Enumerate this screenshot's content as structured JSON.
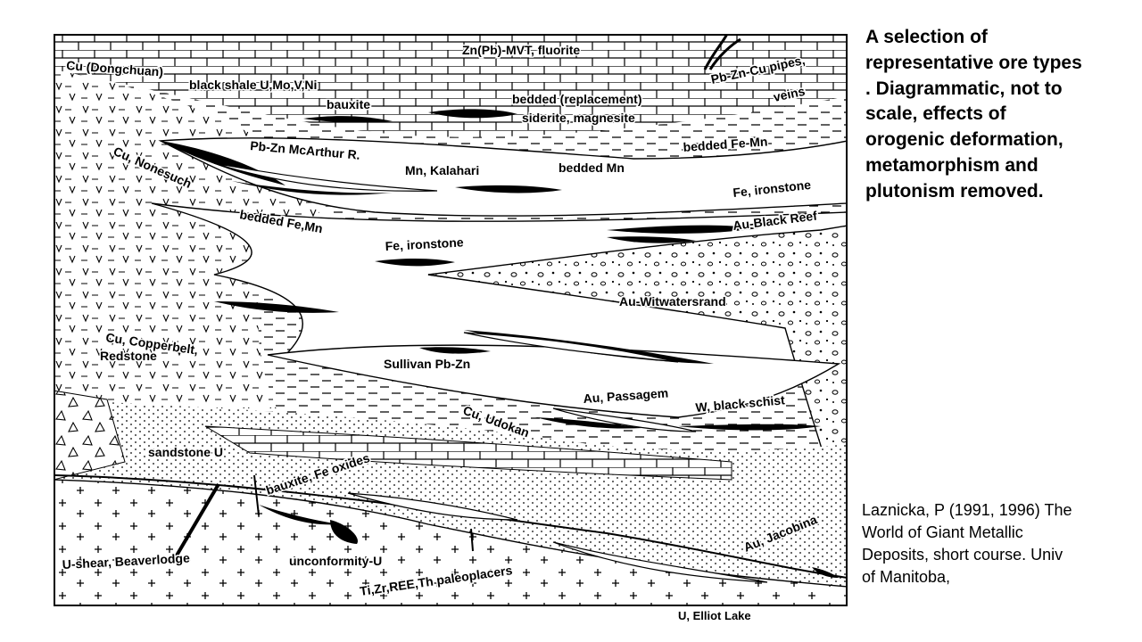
{
  "side_title": [
    "A selection of",
    "representative ore types",
    ". Diagrammatic, not to",
    "scale, effects of",
    "orogenic deformation,",
    "metamorphism and",
    "plutonism removed."
  ],
  "reference": [
    "Laznicka, P (1991, 1996) The",
    "World of Giant Metallic",
    "Deposits, short course. Univ",
    "of Manitoba,"
  ],
  "bottom_label": "U, Elliot Lake",
  "labels": {
    "cu_dongchuan": "Cu (Dongchuan)",
    "zn_mvt": "Zn(Pb)-MVT, fluorite",
    "pb_zn_cu_pipes": "Pb-Zn-Cu pipes,",
    "veins": "veins",
    "black_shale": "black shale U,Mo,V,Ni",
    "bauxite_top": "bauxite",
    "bedded_replacement": "bedded (replacement)",
    "siderite_magnesite": "siderite, magnesite",
    "bedded_fe_mn_right": "bedded Fe-Mn",
    "pb_zn_mcarthur": "Pb-Zn McArthur R.",
    "mn_kalahari": "Mn, Kalahari",
    "bedded_mn": "bedded Mn",
    "cu_nonesuch": "Cu, Nonesuch",
    "fe_ironstone_right": "Fe, ironstone",
    "bedded_fe_mn_left": "bedded Fe,Mn",
    "au_black_reef": "Au-Black Reef",
    "fe_ironstone_center": "Fe, ironstone",
    "au_witwatersrand": "Au-Witwatersrand",
    "cu_copperbelt": "Cu, Copperbelt,",
    "redstone": "Redstone",
    "sullivan": "Sullivan Pb-Zn",
    "au_passagem": "Au, Passagem",
    "w_black_schist": "W, black schist",
    "cu_udokan": "Cu, Udokan",
    "sandstone_u": "sandstone U",
    "bauxite_fe_oxides": "bauxite, Fe oxides",
    "au_jacobina": "Au, Jacobina",
    "u_shear": "U-shear, Beaverlodge",
    "unconformity_u": "unconformity-U",
    "paleoplacers": "Ti,Zr,REE,Th paleoplacers"
  }
}
